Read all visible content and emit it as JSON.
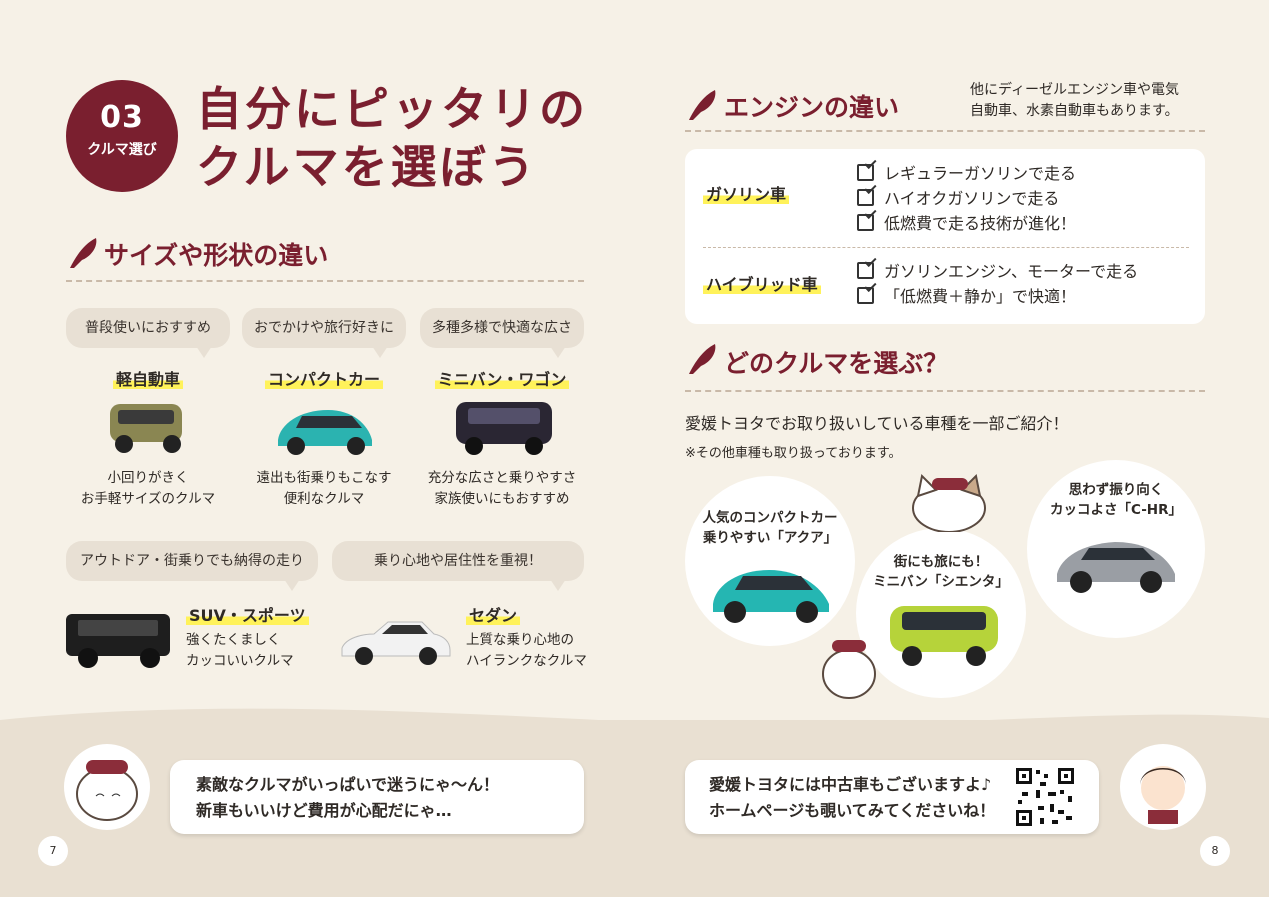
{
  "header": {
    "badge_num": "03",
    "badge_label": "クルマ選び",
    "title_line1": "自分にピッタリの",
    "title_line2": "クルマを選ぼう"
  },
  "size_section": {
    "title": "サイズや形状の違い",
    "items": [
      {
        "bubble": "普段使いにおすすめ",
        "name": "軽自動車",
        "desc1": "小回りがきく",
        "desc2": "お手軽サイズのクルマ",
        "color": "#8a8652"
      },
      {
        "bubble": "おでかけや旅行好きに",
        "name": "コンパクトカー",
        "desc1": "遠出も街乗りもこなす",
        "desc2": "便利なクルマ",
        "color": "#2bb3b0"
      },
      {
        "bubble": "多種多様で快適な広さ",
        "name": "ミニバン・ワゴン",
        "desc1": "充分な広さと乗りやすさ",
        "desc2": "家族使いにもおすすめ",
        "color": "#2a2633"
      },
      {
        "bubble": "アウトドア・街乗りでも納得の走り",
        "name": "SUV・スポーツ",
        "desc1": "強くたくましく",
        "desc2": "カッコいいクルマ",
        "color": "#1e1e1e"
      },
      {
        "bubble": "乗り心地や居住性を重視！",
        "name": "セダン",
        "desc1": "上質な乗り心地の",
        "desc2": "ハイランクなクルマ",
        "color": "#f2f2f2"
      }
    ]
  },
  "engine_section": {
    "title": "エンジンの違い",
    "note1": "他にディーゼルエンジン車や電気",
    "note2": "自動車、水素自動車もあります。",
    "gasoline": {
      "label": "ガソリン車",
      "points": [
        "レギュラーガソリンで走る",
        "ハイオクガソリンで走る",
        "低燃費で走る技術が進化！"
      ]
    },
    "hybrid": {
      "label": "ハイブリッド車",
      "points": [
        "ガソリンエンジン、モーターで走る",
        "「低燃費＋静か」で快適！"
      ]
    }
  },
  "choose_section": {
    "title": "どのクルマを選ぶ？",
    "intro": "愛媛トヨタでお取り扱いしている車種を一部ご紹介！",
    "note": "※その他車種も取り扱っております。",
    "cars": [
      {
        "line1": "人気のコンパクトカー",
        "line2": "乗りやすい「アクア」",
        "color": "#25b6b2"
      },
      {
        "line1": "街にも旅にも！",
        "line2": "ミニバン「シエンタ」",
        "color": "#b6d33a"
      },
      {
        "line1": "思わず振り向く",
        "line2": "カッコよさ「C-HR」",
        "color": "#9a9ea4"
      }
    ]
  },
  "footer": {
    "left_speech1": "素敵なクルマがいっぱいで迷うにゃ〜ん！",
    "left_speech2": "新車もいいけど費用が心配だにゃ…",
    "right_speech1": "愛媛トヨタには中古車もございますよ♪",
    "right_speech2": "ホームページも覗いてみてくださいね！",
    "page_left": "7",
    "page_right": "8"
  },
  "colors": {
    "accent": "#7a1f2f",
    "highlight": "#fff25a",
    "background": "#f6f1e7"
  }
}
